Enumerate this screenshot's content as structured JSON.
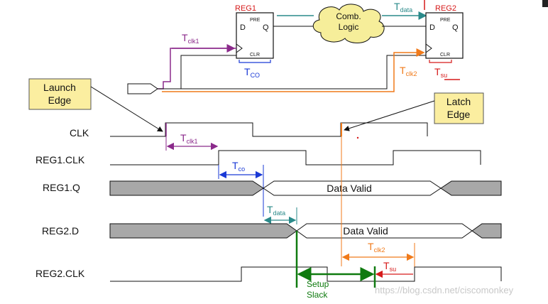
{
  "colors": {
    "purple": "#8b2a8b",
    "teal": "#2a8a8a",
    "blue": "#1a3ad6",
    "orange": "#f07a1a",
    "red": "#d61a1a",
    "green": "#0f7a0f",
    "bus_gray": "#a8a8a8",
    "callout_fill": "#fbeea0",
    "cloud_fill": "#f6ee9a"
  },
  "circuit": {
    "reg1": {
      "title": "REG1",
      "pre": "PRE",
      "clr": "CLR",
      "d": "D",
      "q": "Q"
    },
    "reg2": {
      "title": "REG2",
      "pre": "PRE",
      "clr": "CLR",
      "d": "D",
      "q": "Q"
    },
    "comb_logic": {
      "line1": "Comb.",
      "line2": "Logic"
    },
    "tclk1": {
      "main": "T",
      "sub": "clk1"
    },
    "tco": {
      "main": "T",
      "sub": "CO"
    },
    "tdata": {
      "main": "T",
      "sub": "data"
    },
    "tclk2": {
      "main": "T",
      "sub": "clk2"
    },
    "tsu": {
      "main": "T",
      "sub": "su"
    }
  },
  "callouts": {
    "launch": {
      "line1": "Launch",
      "line2": "Edge"
    },
    "latch": {
      "line1": "Latch",
      "line2": "Edge"
    }
  },
  "signals": {
    "clk": "CLK",
    "reg1_clk": "REG1.CLK",
    "reg1_q": "REG1.Q",
    "reg2_d": "REG2.D",
    "reg2_clk": "REG2.CLK"
  },
  "timing": {
    "reg1_q_valid": "Data Valid",
    "reg2_d_valid": "Data Valid",
    "tclk1": {
      "main": "T",
      "sub": "clk1"
    },
    "tco": {
      "main": "T",
      "sub": "co"
    },
    "tdata": {
      "main": "T",
      "sub": "data"
    },
    "tclk2": {
      "main": "T",
      "sub": "clk2"
    },
    "tsu": {
      "main": "T",
      "sub": "su"
    },
    "setup_slack": {
      "line1": "Setup",
      "line2": "Slack"
    }
  },
  "watermark": "https://blog.csdn.net/ciscomonkey"
}
